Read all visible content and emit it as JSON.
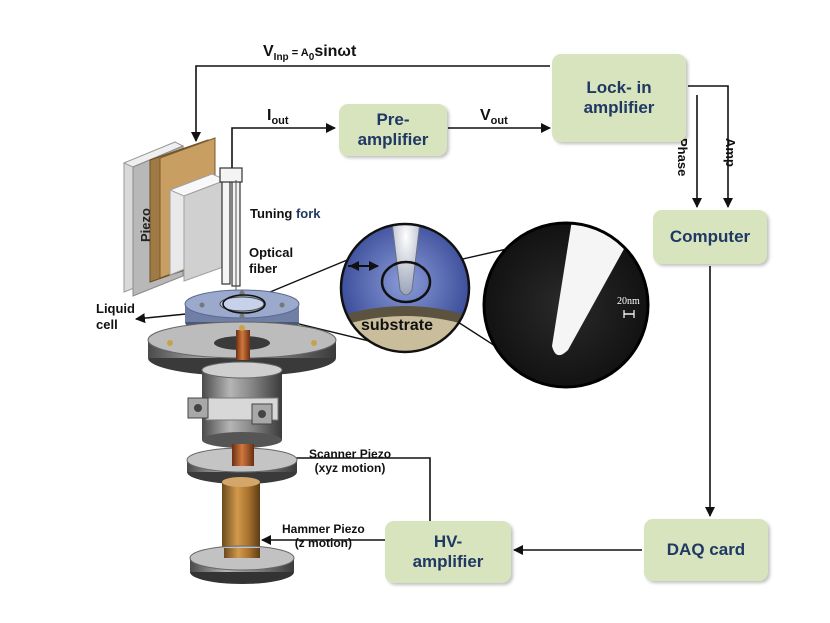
{
  "signals": {
    "vinp_main": "V",
    "vinp_sub": "Inp",
    "vinp_eq": " = A",
    "vinp_a_sub": "0",
    "vinp_rest": "sinωt",
    "iout_main": "I",
    "iout_sub": "out",
    "vout_main": "V",
    "vout_sub": "out",
    "phase": "Phase",
    "amp": "Amp"
  },
  "boxes": {
    "preamp_line1": "Pre-",
    "preamp_line2": "amplifier",
    "lockin_line1": "Lock- in",
    "lockin_line2": "amplifier",
    "computer": "Computer",
    "daq": "DAQ card",
    "hv_line1": "HV-",
    "hv_line2": "amplifier"
  },
  "labels": {
    "piezo": "Piezo",
    "tuning": "Tuning ",
    "fork": "fork",
    "optical_line1": "Optical",
    "optical_line2": "fiber",
    "liquid_line1": "Liquid",
    "liquid_line2": "cell",
    "substrate": "substrate",
    "scale": "20nm",
    "scanner_line1": "Scanner Piezo",
    "scanner_line2": "(xyz motion)",
    "hammer_line1": "Hammer Piezo",
    "hammer_line2": "(z motion)"
  },
  "colors": {
    "box_fill": "#d7e4bd",
    "box_text": "#1f3864",
    "fork_accent": "#1f3864"
  }
}
